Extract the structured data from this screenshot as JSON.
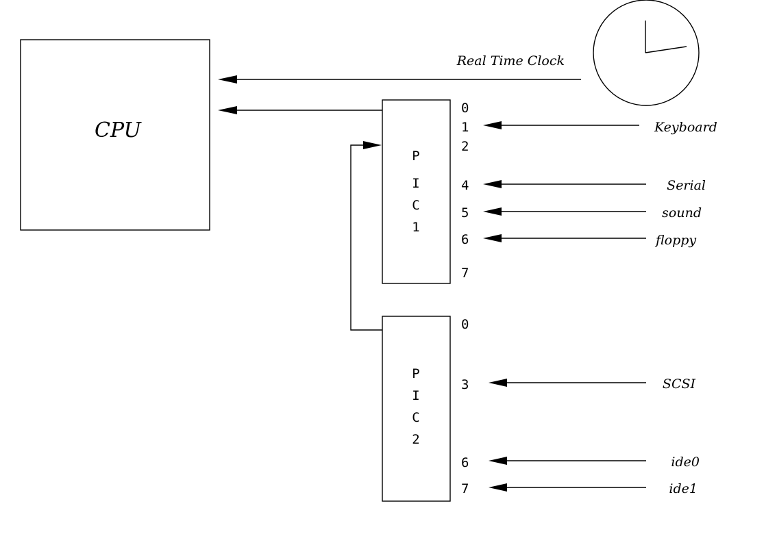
{
  "cpu": {
    "label": "CPU"
  },
  "clock": {
    "label": "Real Time Clock"
  },
  "pic1": {
    "letters": [
      "P",
      "I",
      "C",
      "1"
    ],
    "pins": [
      "0",
      "1",
      "2",
      "4",
      "5",
      "6",
      "7"
    ],
    "devices": [
      {
        "pin": "1",
        "label": "Keyboard"
      },
      {
        "pin": "4",
        "label": "Serial"
      },
      {
        "pin": "5",
        "label": "sound"
      },
      {
        "pin": "6",
        "label": "floppy"
      }
    ]
  },
  "pic2": {
    "letters": [
      "P",
      "I",
      "C",
      "2"
    ],
    "pins": [
      "0",
      "3",
      "6",
      "7"
    ],
    "devices": [
      {
        "pin": "3",
        "label": "SCSI"
      },
      {
        "pin": "6",
        "label": "ide0"
      },
      {
        "pin": "7",
        "label": "ide1"
      }
    ]
  }
}
